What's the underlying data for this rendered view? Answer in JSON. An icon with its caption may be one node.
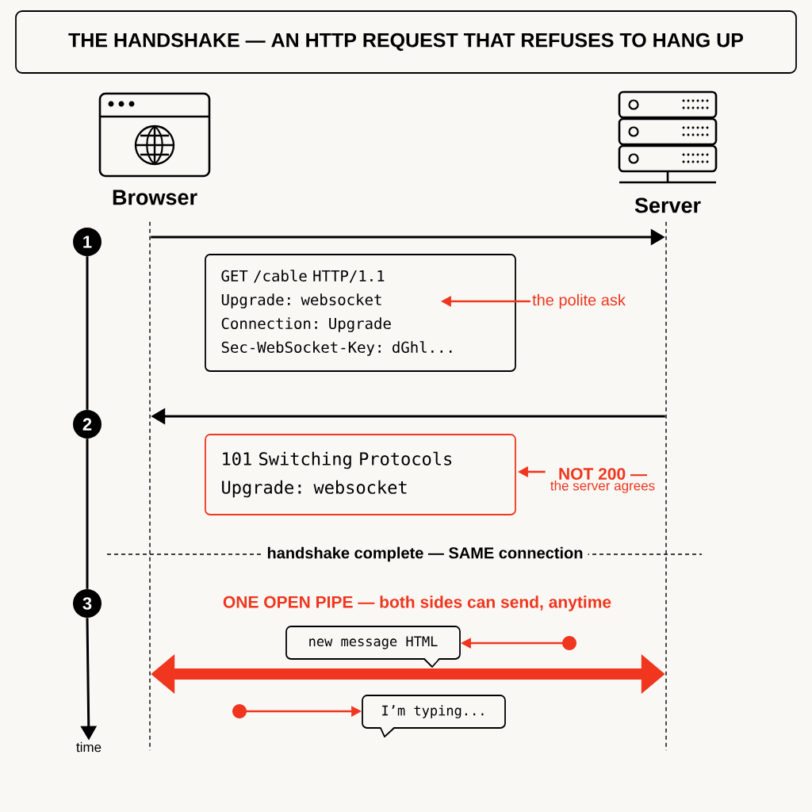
{
  "diagram": {
    "title": "THE HANDSHAKE — AN HTTP REQUEST THAT REFUSES TO HANG UP",
    "nodes": [
      {
        "text": [
          "Browser"
        ]
      },
      {
        "text": [
          "Server"
        ]
      },
      {
        "text": [
          "GET /cable HTTP/1.1",
          "Upgrade: websocket",
          "Connection: Upgrade",
          "Sec-WebSocket-Key: dGhl..."
        ]
      },
      {
        "text": [
          "the polite ask"
        ]
      },
      {
        "text": [
          "101 Switching Protocols",
          "Upgrade: websocket"
        ]
      },
      {
        "text": [
          "NOT 200 —",
          "the server agrees"
        ]
      },
      {
        "text": [
          "1"
        ]
      },
      {
        "text": [
          "2"
        ]
      },
      {
        "text": [
          "3"
        ]
      },
      {
        "text": [
          "time"
        ]
      },
      {
        "text": [
          "new message HTML"
        ]
      },
      {
        "text": [
          "I’m typing..."
        ]
      },
      {
        "text": [],
        "shape": "circle"
      },
      {
        "text": [],
        "shape": "circle"
      },
      {
        "text": [],
        "shape": "line"
      },
      {
        "text": [],
        "shape": "line"
      }
    ],
    "edges": [
      {
        "from": 14,
        "to": 15,
        "arrow": "to"
      },
      {
        "from": 15,
        "to": 14,
        "arrow": "to"
      },
      {
        "from": 14,
        "to": 15,
        "arrow": "both",
        "style": "thick",
        "color": "#f0361f"
      },
      {
        "from": 3,
        "to": 2,
        "arrow": "to",
        "color": "#f0361f"
      },
      {
        "from": 5,
        "to": 4,
        "arrow": "to",
        "color": "#f0361f"
      },
      {
        "from": 6,
        "to": 7,
        "arrow": "none"
      },
      {
        "from": 7,
        "to": 8,
        "arrow": "none"
      },
      {
        "from": 8,
        "to": 9,
        "arrow": "to"
      },
      {
        "from": 12,
        "to": 10,
        "arrow": "to",
        "color": "#f0361f"
      },
      {
        "from": 13,
        "to": 11,
        "arrow": "to",
        "color": "#f0361f"
      }
    ],
    "labels": [
      "handshake complete — SAME connection",
      "ONE OPEN PIPE — both sides can send, anytime"
    ]
  }
}
